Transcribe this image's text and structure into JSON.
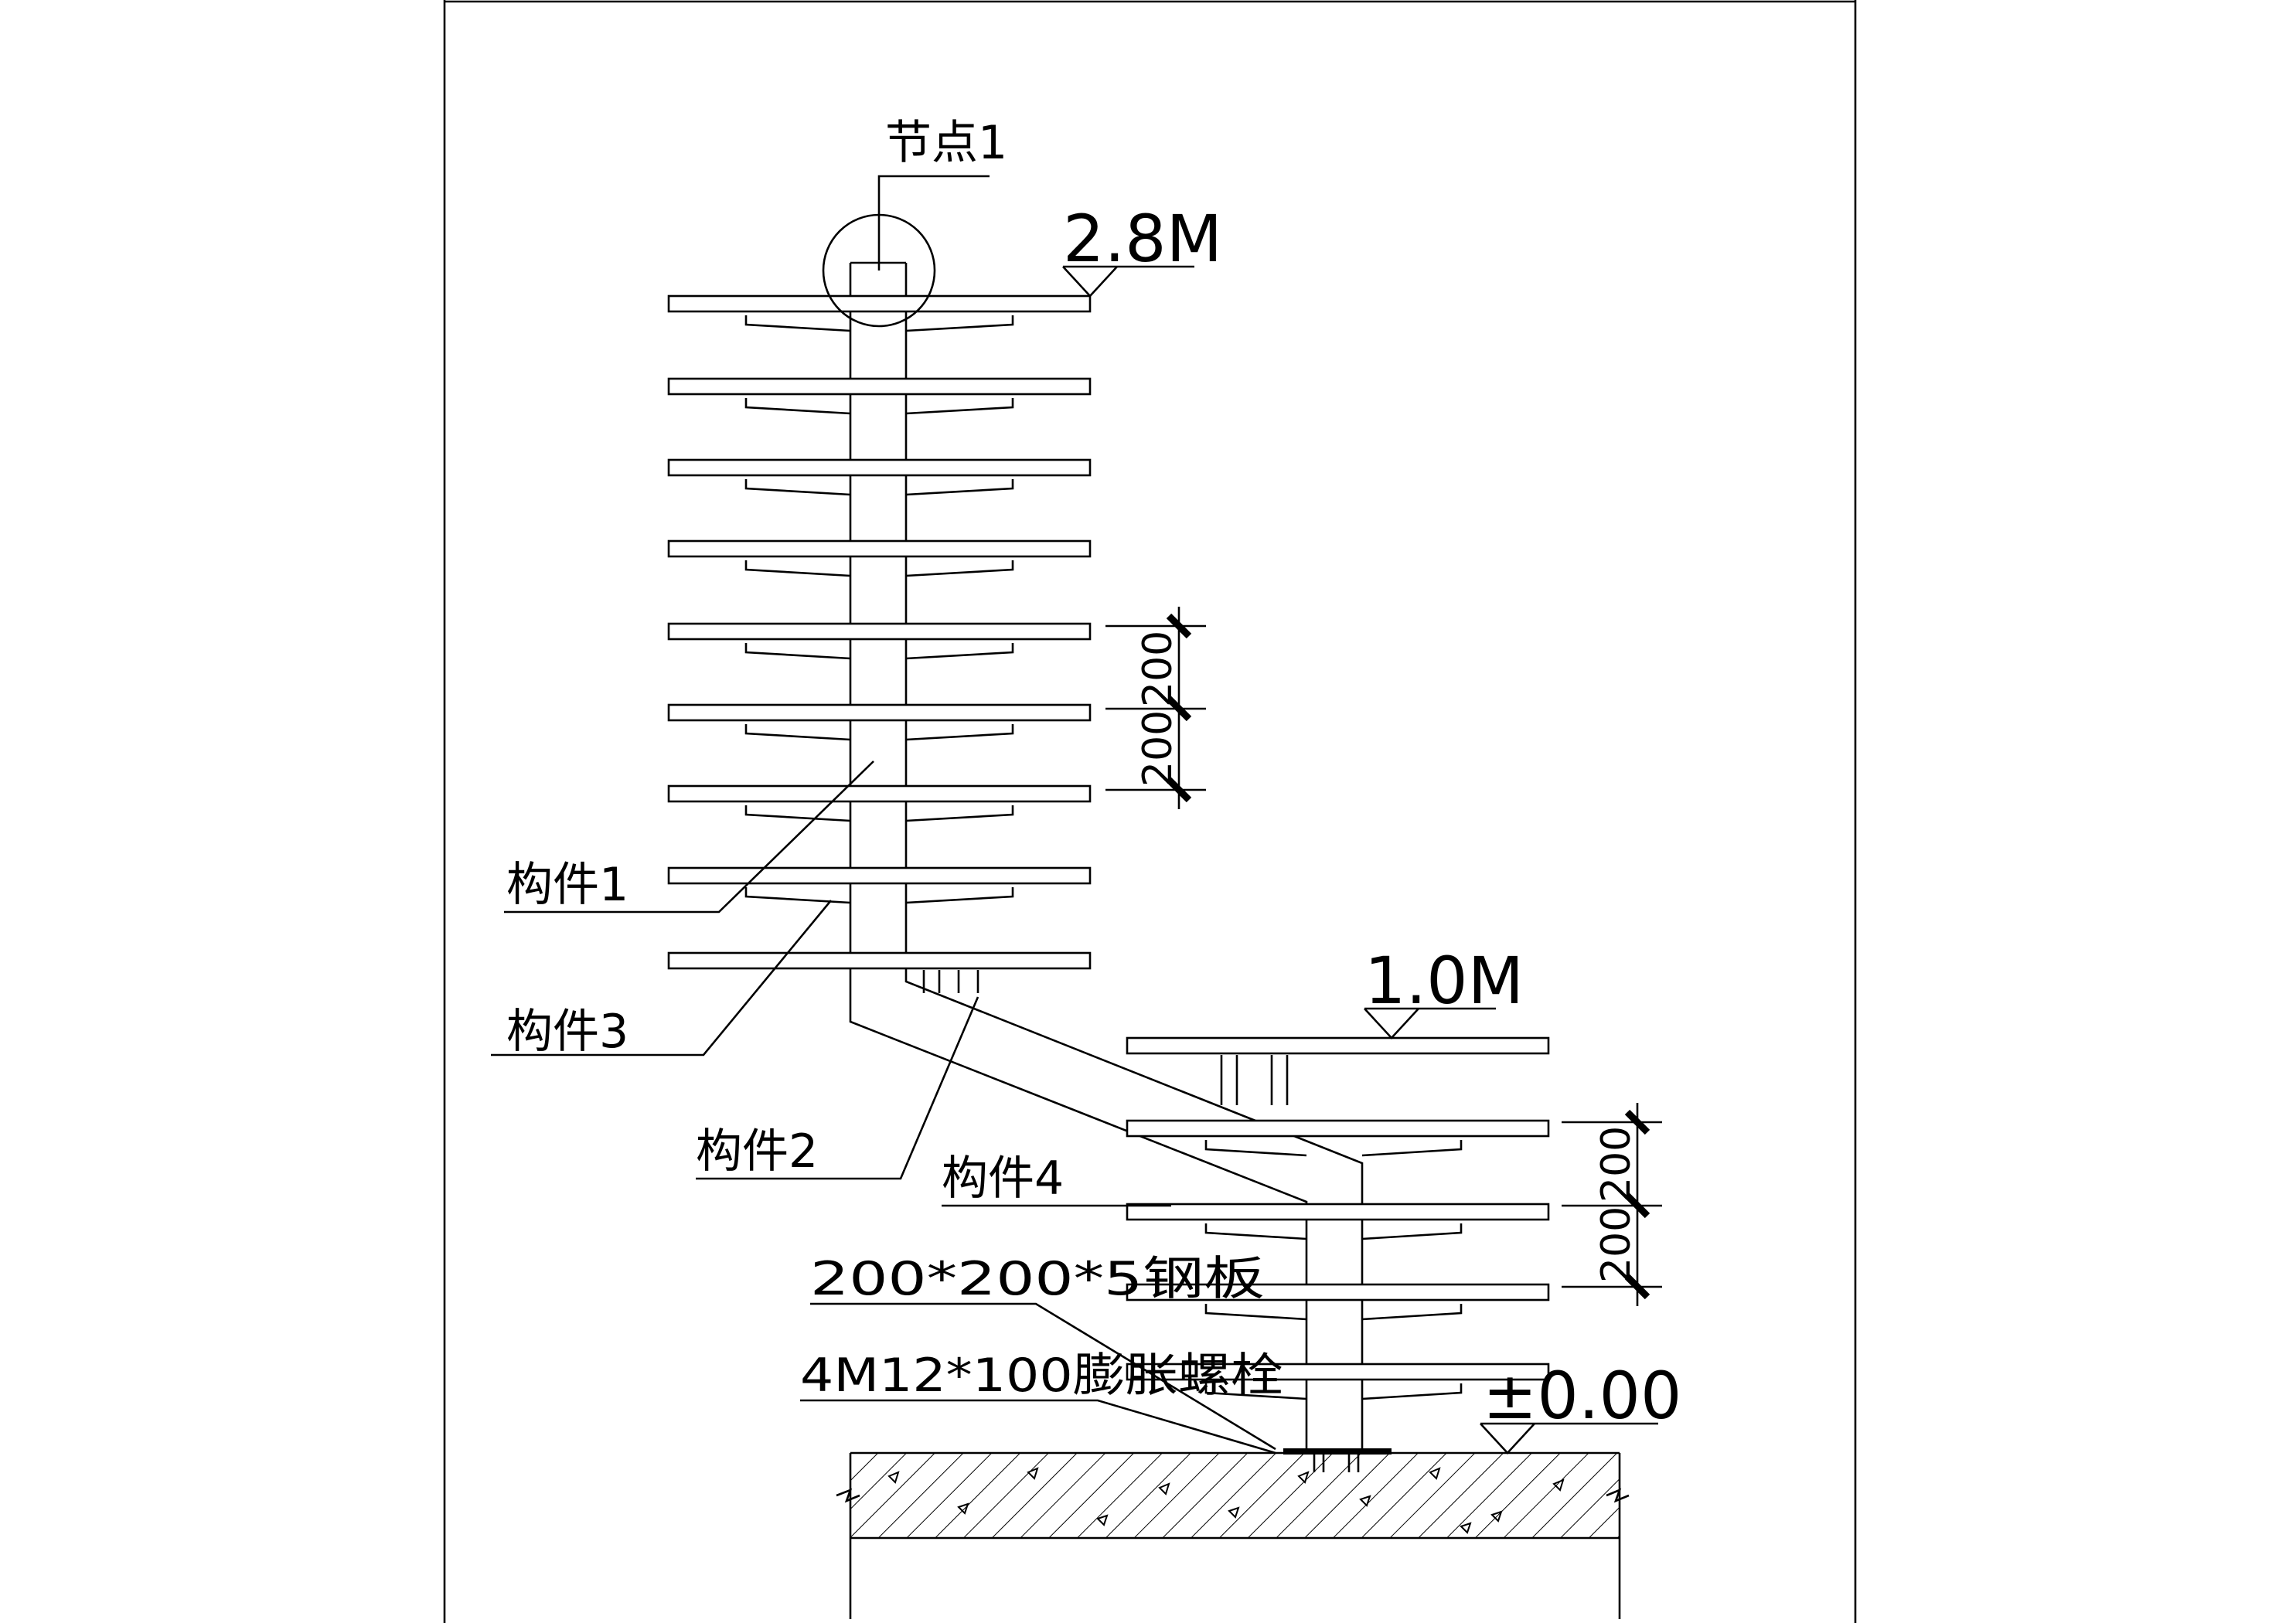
{
  "node_label": "节点1",
  "elevation_top": "2.8M",
  "elevation_mid": "1.0M",
  "elevation_ground": "±0.00",
  "member_1": "构件1",
  "member_2": "构件2",
  "member_3": "构件3",
  "member_4": "构件4",
  "steel_plate": "200*200*5钢板",
  "expansion_bolt": "4M12*100膨胀螺栓",
  "dimensions_upper": [
    "200",
    "200"
  ],
  "dimensions_lower": [
    "200",
    "200"
  ]
}
